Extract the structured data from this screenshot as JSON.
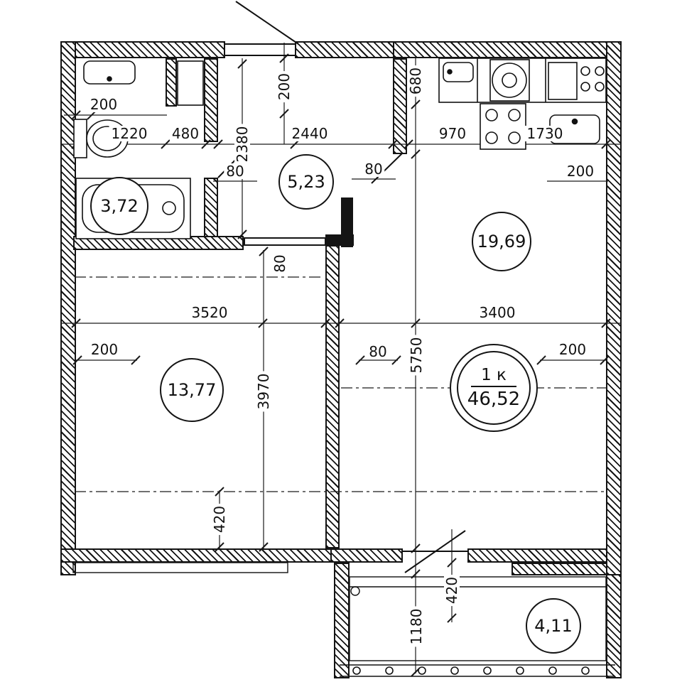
{
  "unit": {
    "label": "1 к",
    "area": "46,52"
  },
  "rooms": {
    "bathroom": "3,72",
    "hallway": "5,23",
    "kitchen": "19,69",
    "living": "13,77",
    "balcony": "4,11"
  },
  "dimensions": {
    "h": [
      "200",
      "1220",
      "480",
      "2440",
      "970",
      "1730",
      "80",
      "80",
      "200",
      "3520",
      "3400",
      "200",
      "80",
      "200"
    ],
    "v": [
      "2380",
      "200",
      "680",
      "80",
      "5750",
      "3970",
      "420",
      "420",
      "1180"
    ]
  }
}
